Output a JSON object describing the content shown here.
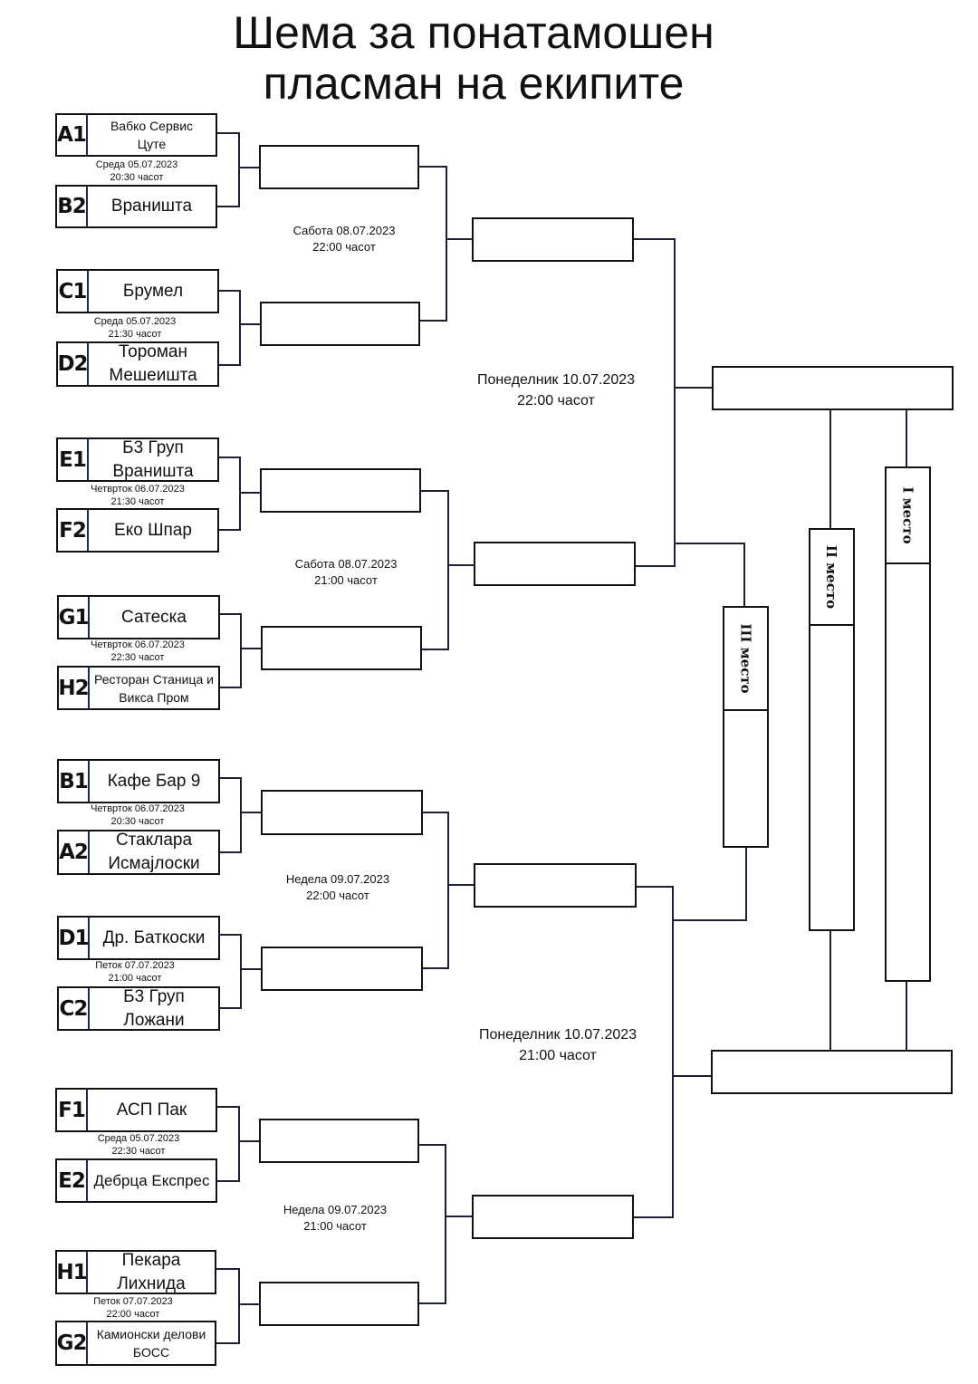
{
  "title": [
    "Шема за понатамошен",
    "пласман на екипите"
  ],
  "teams": {
    "A1": {
      "code": "A1",
      "lines": [
        "Вабко Сервис",
        "Цуте"
      ]
    },
    "B2": {
      "code": "B2",
      "lines": [
        "Враништа"
      ]
    },
    "C1": {
      "code": "C1",
      "lines": [
        "Брумел"
      ]
    },
    "D2": {
      "code": "D2",
      "lines": [
        "Тороман",
        "Мешеишта"
      ]
    },
    "E1": {
      "code": "E1",
      "lines": [
        "Б3 Груп",
        "Враништа"
      ]
    },
    "F2": {
      "code": "F2",
      "lines": [
        "Еко Шпар"
      ]
    },
    "G1": {
      "code": "G1",
      "lines": [
        "Сатеска"
      ]
    },
    "H2": {
      "code": "H2",
      "lines": [
        "Ресторан Станица и",
        "Викса Пром"
      ]
    },
    "B1": {
      "code": "B1",
      "lines": [
        "Кафе Бар 9"
      ]
    },
    "A2": {
      "code": "A2",
      "lines": [
        "Стаклара",
        "Исмајлоски"
      ]
    },
    "D1": {
      "code": "D1",
      "lines": [
        "Др. Баткоски"
      ]
    },
    "C2": {
      "code": "C2",
      "lines": [
        "Б3 Груп",
        "Ложани"
      ]
    },
    "F1": {
      "code": "F1",
      "lines": [
        "АСП Пак"
      ]
    },
    "E2": {
      "code": "E2",
      "lines": [
        "Дебрца Експрес"
      ]
    },
    "H1": {
      "code": "H1",
      "lines": [
        "Пекара",
        "Лихнида"
      ]
    },
    "G2": {
      "code": "G2",
      "lines": [
        "Камионски делови",
        "БОСС"
      ]
    }
  },
  "match_dates": {
    "m1": [
      "Среда 05.07.2023",
      "20:30 часот"
    ],
    "m2": [
      "Среда 05.07.2023",
      "21:30 часот"
    ],
    "m3": [
      "Четврток 06.07.2023",
      "21:30 часот"
    ],
    "m4": [
      "Четврток 06.07.2023",
      "22:30 часот"
    ],
    "m5": [
      "Четврток 06.07.2023",
      "20:30 часот"
    ],
    "m6": [
      "Петок 07.07.2023",
      "21:00 часот"
    ],
    "m7": [
      "Среда 05.07.2023",
      "22:30 часот"
    ],
    "m8": [
      "Петок 07.07.2023",
      "22:00 часот"
    ]
  },
  "round2_dates": {
    "q1": [
      "Сабота 08.07.2023",
      "22:00 часот"
    ],
    "q2": [
      "Сабота 08.07.2023",
      "21:00 часот"
    ],
    "q3": [
      "Недела 09.07.2023",
      "22:00 часот"
    ],
    "q4": [
      "Недела 09.07.2023",
      "21:00 часот"
    ]
  },
  "semifinal_dates": {
    "s1": [
      "Понеделник 10.07.2023",
      "22:00 часот"
    ],
    "s2": [
      "Понеделник 10.07.2023",
      "21:00 часот"
    ]
  },
  "places": {
    "first": "I место",
    "second": "II место",
    "third": "III место"
  }
}
